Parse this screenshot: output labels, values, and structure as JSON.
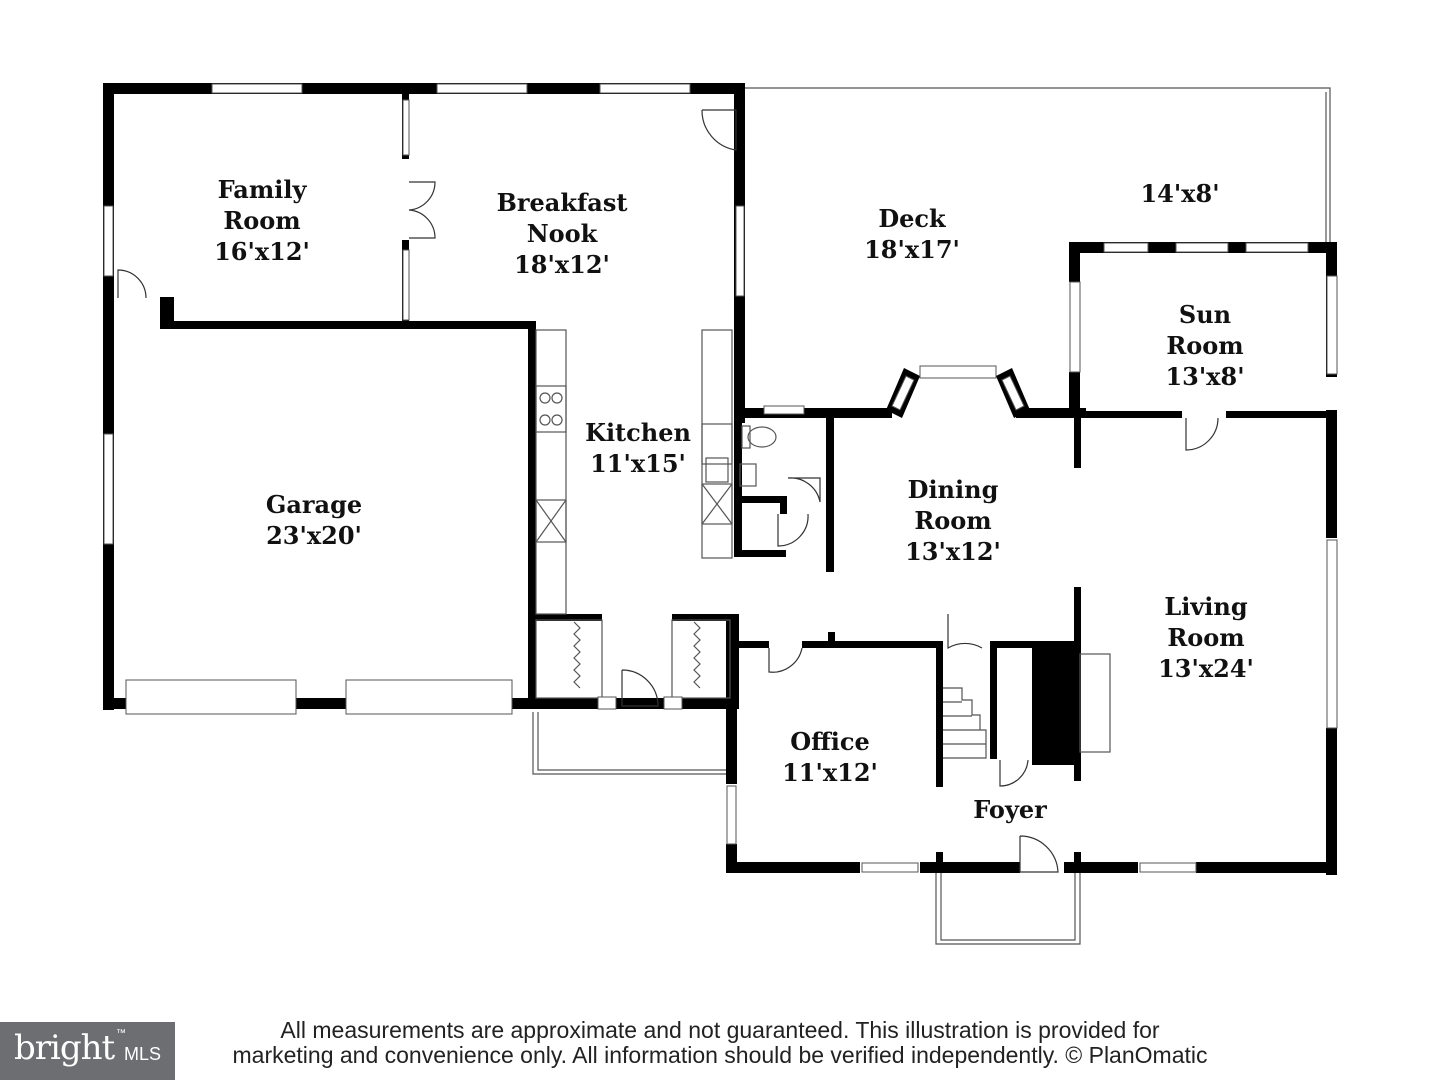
{
  "rooms": {
    "family_room": {
      "line1": "Family",
      "line2": "Room",
      "size": "16'x12'"
    },
    "breakfast_nook": {
      "line1": "Breakfast",
      "line2": "Nook",
      "size": "18'x12'"
    },
    "deck": {
      "line1": "Deck",
      "size": "18'x17'"
    },
    "deck_ext": {
      "size": "14'x8'"
    },
    "sun_room": {
      "line1": "Sun",
      "line2": "Room",
      "size": "13'x8'"
    },
    "kitchen": {
      "line1": "Kitchen",
      "size": "11'x15'"
    },
    "garage": {
      "line1": "Garage",
      "size": "23'x20'"
    },
    "dining_room": {
      "line1": "Dining",
      "line2": "Room",
      "size": "13'x12'"
    },
    "living_room": {
      "line1": "Living",
      "line2": "Room",
      "size": "13'x24'"
    },
    "office": {
      "line1": "Office",
      "size": "11'x12'"
    },
    "foyer": {
      "line1": "Foyer"
    }
  },
  "disclaimer": {
    "line1": "All measurements are approximate and not guaranteed. This illustration is provided for",
    "line2": "marketing and convenience only. All information should be verified independently. © PlanOmatic"
  },
  "logo": {
    "brand": "bright",
    "suffix": "MLS",
    "tm": "™"
  }
}
